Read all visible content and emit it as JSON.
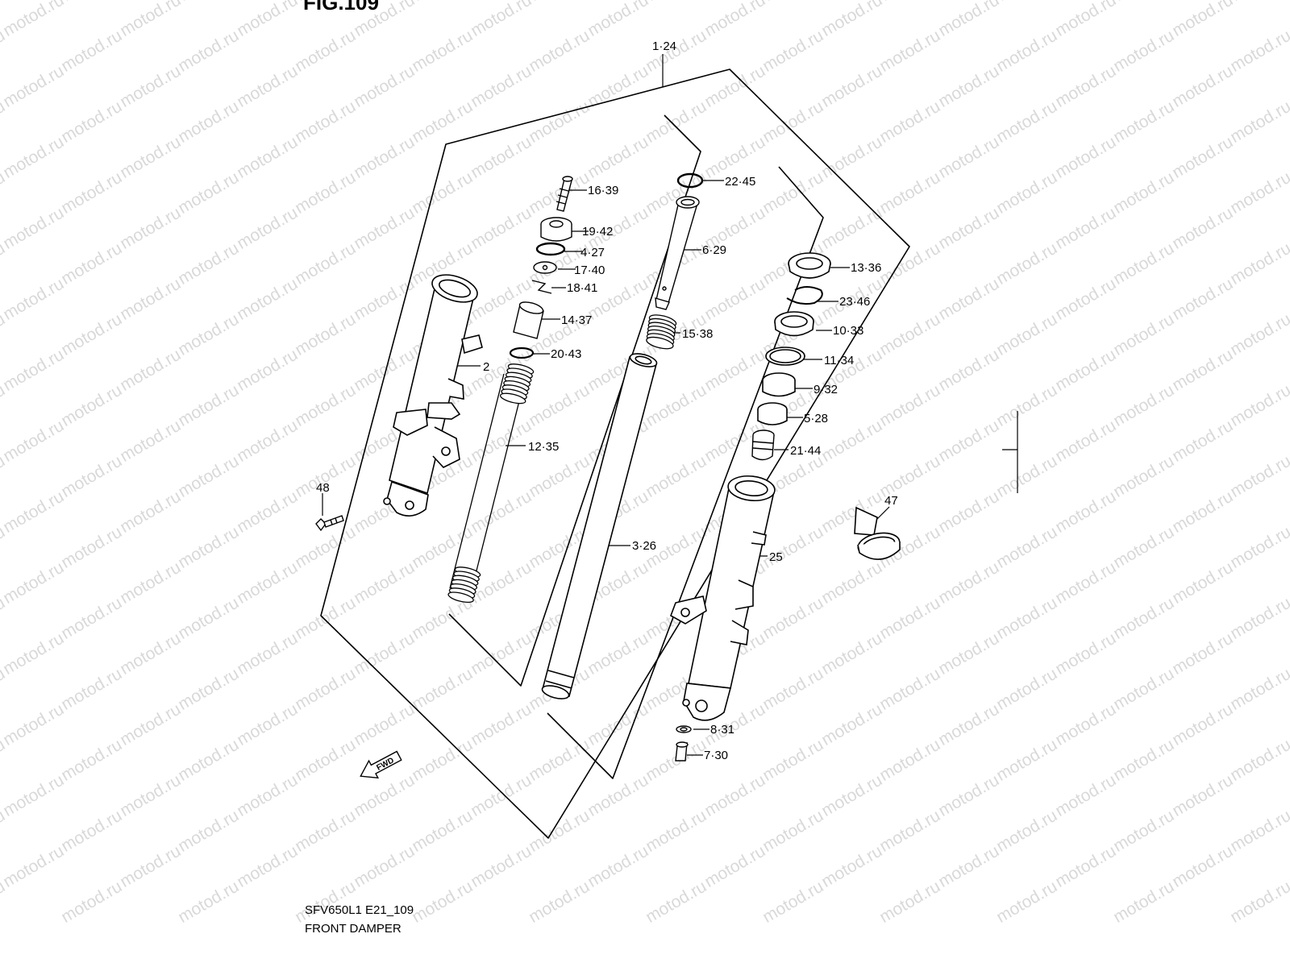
{
  "figure": {
    "title": "FIG.109",
    "model_code": "SFV650L1 E21_109",
    "name": "FRONT DAMPER"
  },
  "watermark": {
    "text": "motod.ru",
    "color": "#d9d9d9"
  },
  "direction_arrow": {
    "text": "FWD"
  },
  "callouts": [
    {
      "key": "c1",
      "text": "1·24"
    },
    {
      "key": "c16",
      "text": "16·39"
    },
    {
      "key": "c19",
      "text": "19·42"
    },
    {
      "key": "c4",
      "text": "4·27"
    },
    {
      "key": "c17",
      "text": "17·40"
    },
    {
      "key": "c18",
      "text": "18·41"
    },
    {
      "key": "c14",
      "text": "14·37"
    },
    {
      "key": "c20",
      "text": "20·43"
    },
    {
      "key": "c2",
      "text": "2"
    },
    {
      "key": "c12",
      "text": "12·35"
    },
    {
      "key": "c48",
      "text": "48"
    },
    {
      "key": "c22",
      "text": "22·45"
    },
    {
      "key": "c6",
      "text": "6·29"
    },
    {
      "key": "c15",
      "text": "15·38"
    },
    {
      "key": "c3",
      "text": "3·26"
    },
    {
      "key": "c13",
      "text": "13·36"
    },
    {
      "key": "c23",
      "text": "23·46"
    },
    {
      "key": "c10",
      "text": "10·33"
    },
    {
      "key": "c11",
      "text": "11·34"
    },
    {
      "key": "c9",
      "text": "9·32"
    },
    {
      "key": "c5",
      "text": "5·28"
    },
    {
      "key": "c21",
      "text": "21·44"
    },
    {
      "key": "c25",
      "text": "25"
    },
    {
      "key": "c8",
      "text": "8·31"
    },
    {
      "key": "c7",
      "text": "7·30"
    },
    {
      "key": "c47",
      "text": "47"
    }
  ]
}
